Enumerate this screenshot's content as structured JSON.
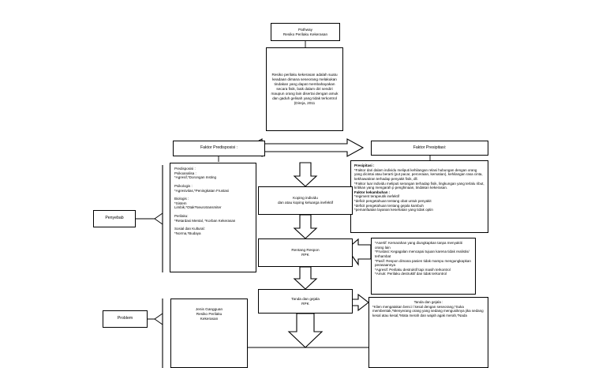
{
  "document": {
    "title_box": {
      "line1": "Pathway",
      "line2": "Resiko Perilaku Kekerasan"
    },
    "definition_box": {
      "text": "Resiko perilaku kekerasan adalah suatu keadaan dimana seseorang melakukan tindakan yang dapat membahayakan secara fisik, baik dalam diri sendiri maupun orang lain disertai dengan amuk dan gaduh gelisah yang tidak terkontrol (Direja, 2011"
    },
    "left_labels": {
      "penyebab": "Penyebab",
      "problem": "Problem"
    },
    "predisposisi_header": "Faktor Predisposisi :",
    "predisposisi_detail": {
      "groups": [
        {
          "heading": "Predisposisi :",
          "sub": "Psikoanalisa  :",
          "items": "*Agresif,*Dorongan Insting"
        },
        {
          "heading": "Psikologis :",
          "sub": "",
          "items": "*Agresivitas,*Peningkatan Frustasi"
        },
        {
          "heading": "Biologis :",
          "sub": "*Sistem",
          "items": "Limbik,*Otak*Neurotransmiter"
        },
        {
          "heading": "Perilaku:",
          "sub": "",
          "items": "*Retardasi Mental, *Korban Kekerasan"
        },
        {
          "heading": "Sosial dan Kultural:",
          "sub": "",
          "items": "*Norma,*Budaya"
        }
      ]
    },
    "presipitasi_header": "Faktor Presipitasi:",
    "presipitasi_detail": {
      "title": "Presipitasi :",
      "body": "*Faktor dari dalam individu  meliputi kehilangan relasi hubungan dengan orang yang dicintai atau berarti (put pacar, perceraian, kematian), kehilangan rasa cinta, kekhawatiran terhadap penyakit fisik, dll.\n*Faktor luar individu meliputi serangan terhadap fisik, lingkungan yang terlalu ribut, kritikan yang mengarah p penghinaan, tindakan kekerasan.",
      "subtitle": "Faktor kekambuhan :",
      "subbody": "*regiment terapeutik inefektif\n*deficit pengetahuan tentang obat untuk penyakit\n*deficit pengetahuan tentang gejala kambuh\n*pemanfaatan layanan kesehatan yang tidak optin"
    },
    "flow": {
      "koping": {
        "line1": "Koping individu",
        "line2": "dan atau koping keluarga inefektif"
      },
      "rentang": {
        "line1": "Rentang Respon",
        "line2": "RPK"
      },
      "tanda": {
        "line1": "Tanda dan gejala",
        "line2": "RPK"
      }
    },
    "rentang_detail": {
      "body": "*Asertif: Kemarahan yang diungkapkan tanpa menyakiti orang lain\n*Frustasi: Kegagalan mencapai tujuan karena tidak realistis/ terhambat\n*Pasif: Respon dimana pasien tidak mampu mengungkapkan perasaannya\n*Agresif: Perilaku destruktif tapi masih terkontrol\n*Amuk: Perilaku destruktif dan tidak terkontrol"
    },
    "tanda_detail": {
      "title": "Tanda dan gejala :",
      "body": "*Klien mengatakan benci / kesal dengan seseorang,*Suka membentak,*Menyerang orang yang sedang mengusiknya jika sedang kesal atau kesal,*Mata merah dan wajah agak merah,*Nada"
    },
    "jenis_gangguan": {
      "line1": "Jenis Gangguan",
      "line2": "Resiko Perilaku",
      "line3": "Kekerasan"
    },
    "colors": {
      "stroke": "#000000",
      "background": "#ffffff",
      "arrow_fill": "#ffffff"
    }
  }
}
